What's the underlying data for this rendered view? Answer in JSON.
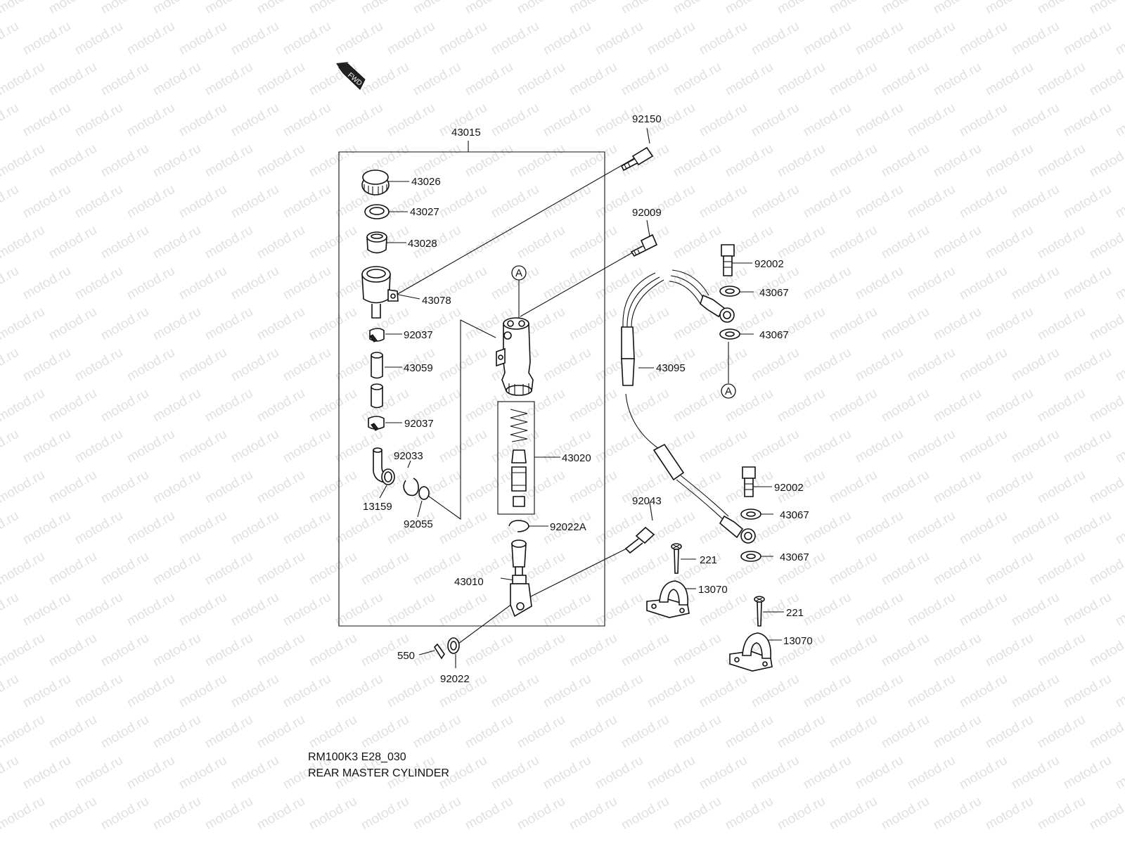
{
  "watermark": "motod.ru",
  "fwd_label": "FWD",
  "ref_marker": "A",
  "labels": {
    "43015": "43015",
    "92150": "92150",
    "43026": "43026",
    "43027": "43027",
    "43028": "43028",
    "92009": "92009",
    "92002_top": "92002",
    "43078": "43078",
    "43067_1": "43067",
    "43067_2": "43067",
    "92037_1": "92037",
    "43059": "43059",
    "43095": "43095",
    "92037_2": "92037",
    "92033": "92033",
    "43020": "43020",
    "13159": "13159",
    "92055": "92055",
    "92002_bottom": "92002",
    "43067_3": "43067",
    "92022A": "92022A",
    "92043": "92043",
    "221_1": "221",
    "43067_4": "43067",
    "43010": "43010",
    "13070_1": "13070",
    "221_2": "221",
    "13070_2": "13070",
    "550": "550",
    "92022": "92022"
  },
  "footer": {
    "code": "RM100K3 E28_030",
    "title": "REAR MASTER CYLINDER"
  }
}
